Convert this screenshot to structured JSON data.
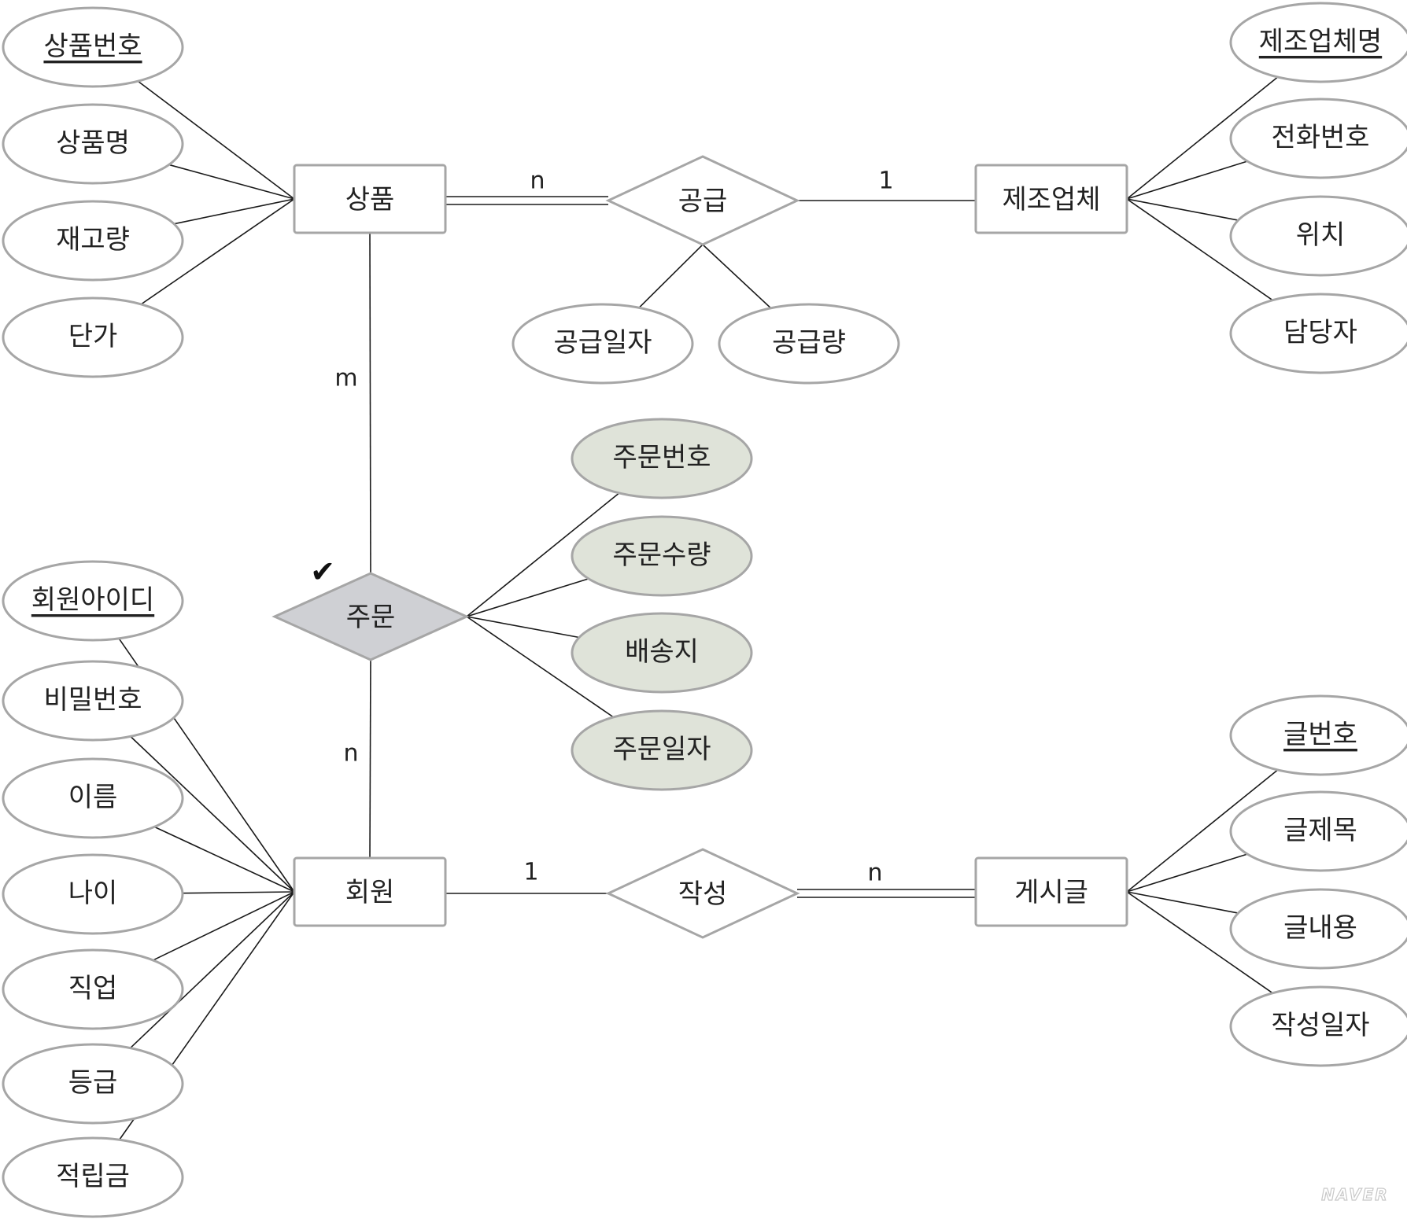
{
  "diagram": {
    "colors": {
      "attribute_fill": "#ffffff",
      "attribute_highlight_fill": "#dfe3d9",
      "outline": "#a6a6a6",
      "relationship_highlight_fill": "#cfd0d4",
      "line": "#1a1a1a"
    },
    "entities": [
      {
        "id": "product",
        "label": "상품"
      },
      {
        "id": "manufacturer",
        "label": "제조업체"
      },
      {
        "id": "member",
        "label": "회원"
      },
      {
        "id": "post",
        "label": "게시글"
      }
    ],
    "relationships": [
      {
        "id": "supply",
        "label": "공급",
        "highlighted": false
      },
      {
        "id": "order",
        "label": "주문",
        "highlighted": true
      },
      {
        "id": "write",
        "label": "작성",
        "highlighted": false
      }
    ],
    "attributes": [
      {
        "id": "p1",
        "label": "상품번호",
        "key": true,
        "owner": "product"
      },
      {
        "id": "p2",
        "label": "상품명",
        "key": false,
        "owner": "product"
      },
      {
        "id": "p3",
        "label": "재고량",
        "key": false,
        "owner": "product"
      },
      {
        "id": "p4",
        "label": "단가",
        "key": false,
        "owner": "product"
      },
      {
        "id": "m1",
        "label": "제조업체명",
        "key": true,
        "owner": "manufacturer"
      },
      {
        "id": "m2",
        "label": "전화번호",
        "key": false,
        "owner": "manufacturer"
      },
      {
        "id": "m3",
        "label": "위치",
        "key": false,
        "owner": "manufacturer"
      },
      {
        "id": "m4",
        "label": "담당자",
        "key": false,
        "owner": "manufacturer"
      },
      {
        "id": "s1",
        "label": "공급일자",
        "key": false,
        "owner": "supply"
      },
      {
        "id": "s2",
        "label": "공급량",
        "key": false,
        "owner": "supply"
      },
      {
        "id": "o1",
        "label": "주문번호",
        "key": false,
        "owner": "order",
        "highlighted": true
      },
      {
        "id": "o2",
        "label": "주문수량",
        "key": false,
        "owner": "order",
        "highlighted": true
      },
      {
        "id": "o3",
        "label": "배송지",
        "key": false,
        "owner": "order",
        "highlighted": true
      },
      {
        "id": "o4",
        "label": "주문일자",
        "key": false,
        "owner": "order",
        "highlighted": true
      },
      {
        "id": "u1",
        "label": "회원아이디",
        "key": true,
        "owner": "member"
      },
      {
        "id": "u2",
        "label": "비밀번호",
        "key": false,
        "owner": "member"
      },
      {
        "id": "u3",
        "label": "이름",
        "key": false,
        "owner": "member"
      },
      {
        "id": "u4",
        "label": "나이",
        "key": false,
        "owner": "member"
      },
      {
        "id": "u5",
        "label": "직업",
        "key": false,
        "owner": "member"
      },
      {
        "id": "u6",
        "label": "등급",
        "key": false,
        "owner": "member"
      },
      {
        "id": "u7",
        "label": "적립금",
        "key": false,
        "owner": "member"
      },
      {
        "id": "g1",
        "label": "글번호",
        "key": true,
        "owner": "post"
      },
      {
        "id": "g2",
        "label": "글제목",
        "key": false,
        "owner": "post"
      },
      {
        "id": "g3",
        "label": "글내용",
        "key": false,
        "owner": "post"
      },
      {
        "id": "g4",
        "label": "작성일자",
        "key": false,
        "owner": "post"
      }
    ],
    "cardinalities": [
      {
        "id": "c1",
        "label": "n"
      },
      {
        "id": "c2",
        "label": "1"
      },
      {
        "id": "c3",
        "label": "m"
      },
      {
        "id": "c4",
        "label": "n"
      },
      {
        "id": "c5",
        "label": "1"
      },
      {
        "id": "c6",
        "label": "n"
      }
    ],
    "marker_symbol": "✔",
    "watermark": "NAVER"
  }
}
